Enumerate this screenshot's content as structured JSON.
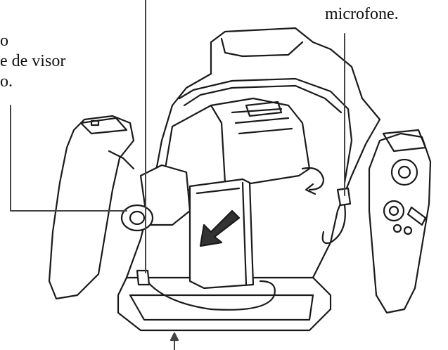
{
  "labels": {
    "microphone_line": "microfone.",
    "viewfinder_line1": "o",
    "viewfinder_line2": "e de visor",
    "viewfinder_line3": "o."
  },
  "colors": {
    "line": "#1a1a1a",
    "leader": "#444444",
    "background": "#ffffff"
  }
}
